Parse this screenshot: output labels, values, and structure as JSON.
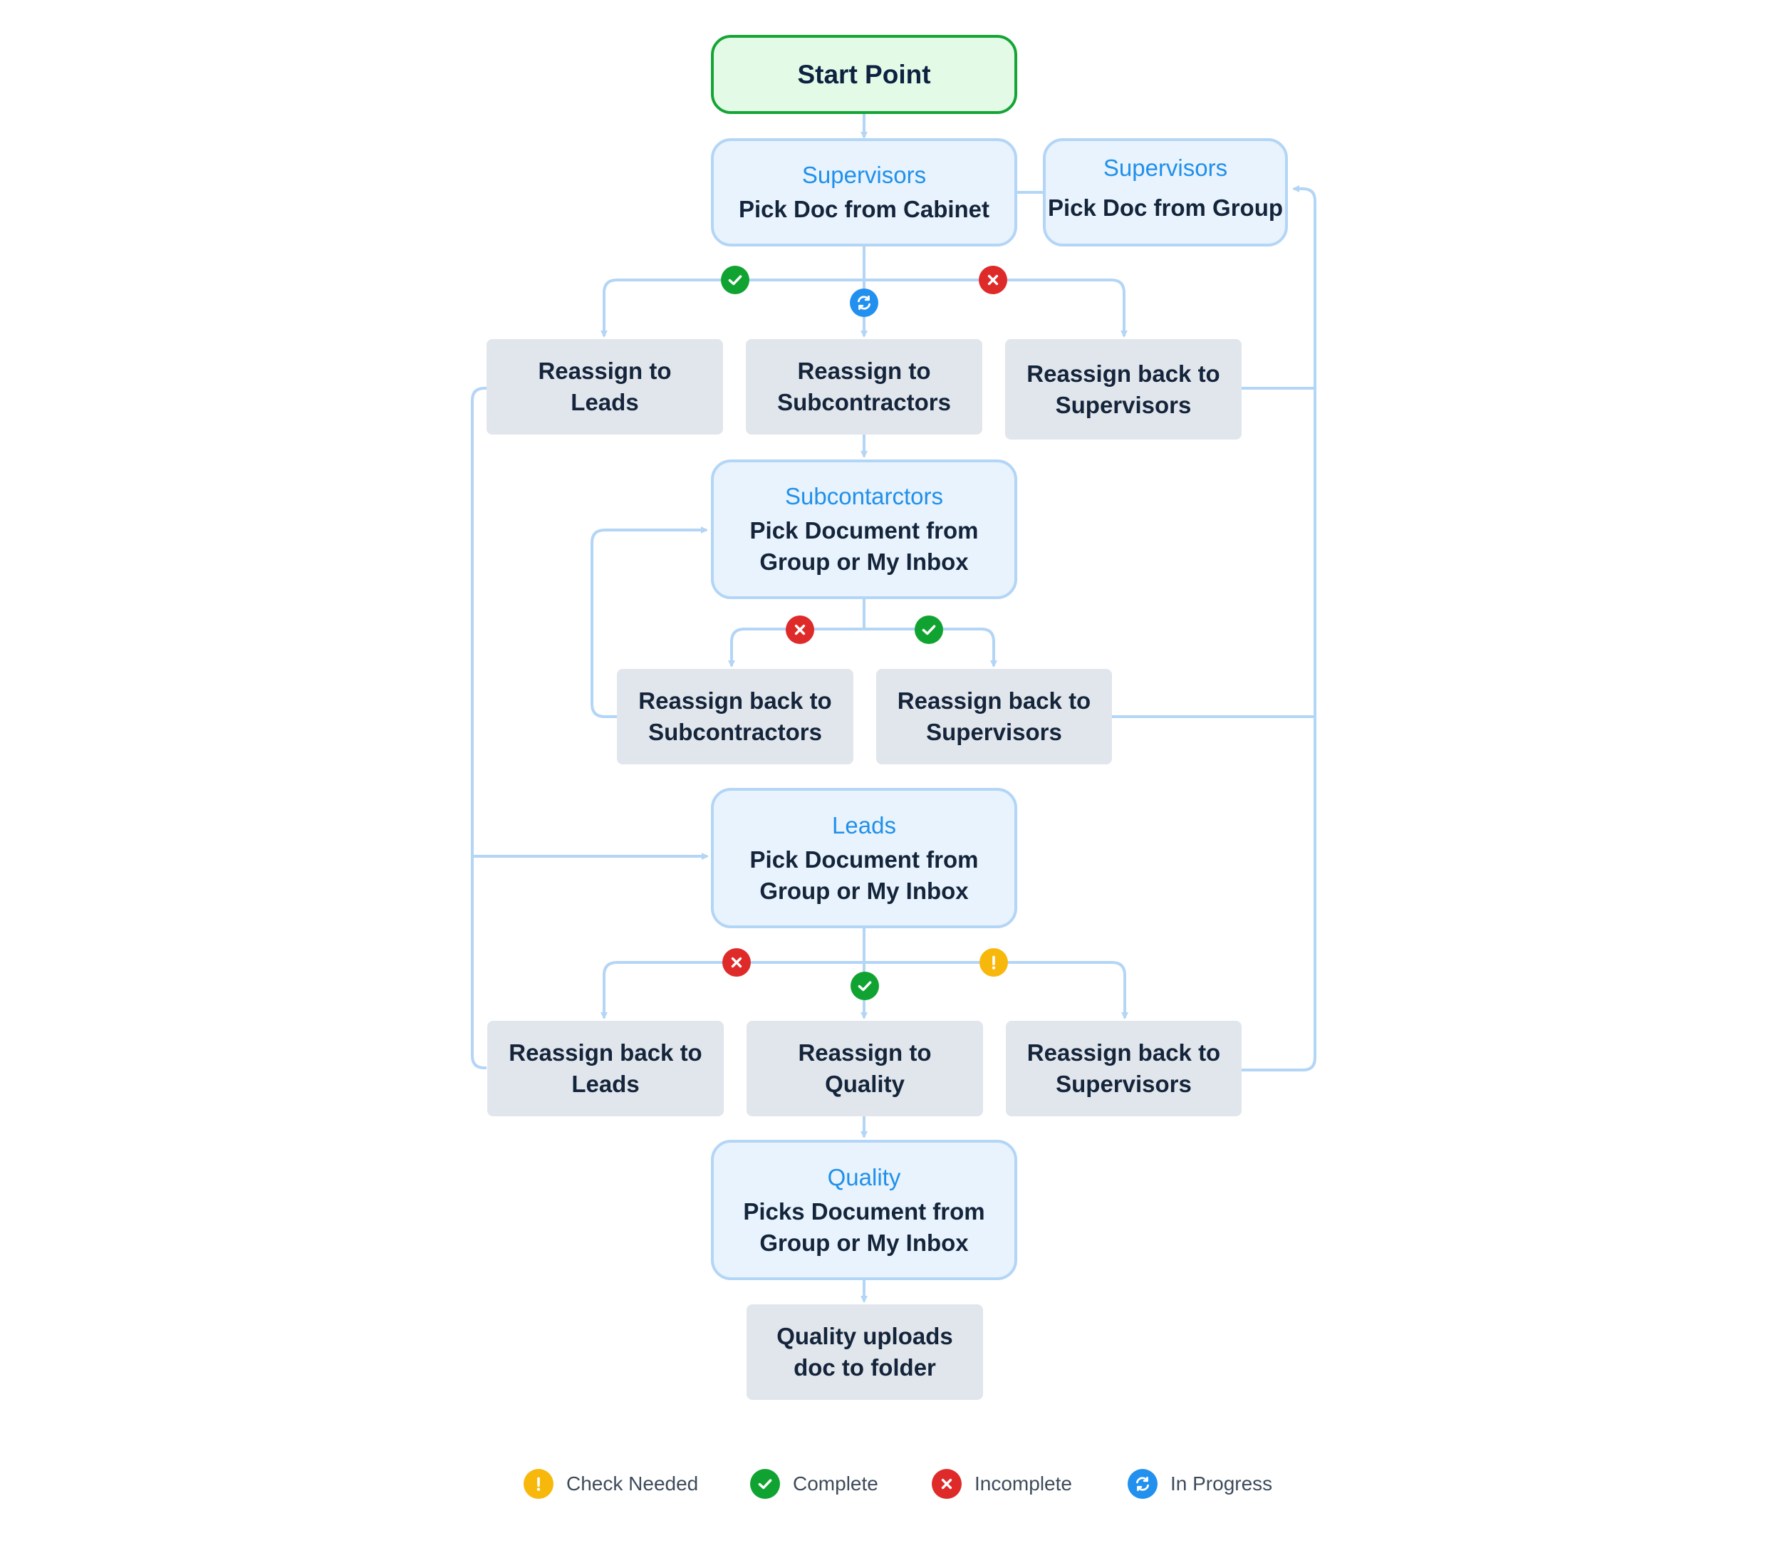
{
  "start": {
    "label": "Start Point"
  },
  "steps": {
    "supervisors_cabinet": {
      "role": "Supervisors",
      "action": "Pick Doc from Cabinet"
    },
    "supervisors_group": {
      "role": "Supervisors",
      "action": "Pick Doc from Group"
    },
    "subcontractors": {
      "role": "Subcontarctors",
      "action": "Pick Document from\nGroup or My Inbox"
    },
    "leads": {
      "role": "Leads",
      "action": "Pick Document from\nGroup or My Inbox"
    },
    "quality": {
      "role": "Quality",
      "action": "Picks Document from\nGroup or My Inbox"
    }
  },
  "actions": {
    "reassign_leads": "Reassign to\nLeads",
    "reassign_subcontractors": "Reassign to\nSubcontractors",
    "reassign_back_supervisors_1": "Reassign back to\nSupervisors",
    "reassign_back_subcontractors": "Reassign back to\nSubcontractors",
    "reassign_back_supervisors_2": "Reassign back to\nSupervisors",
    "reassign_back_leads": "Reassign back to\nLeads",
    "reassign_quality": "Reassign to\nQuality",
    "reassign_back_supervisors_3": "Reassign back to\nSupervisors",
    "quality_uploads": "Quality uploads\ndoc to folder"
  },
  "legend": [
    {
      "status": "check_needed",
      "label": "Check Needed",
      "icon": "exclamation-icon",
      "color": "#f8b80b"
    },
    {
      "status": "complete",
      "label": "Complete",
      "icon": "check-icon",
      "color": "#11a331"
    },
    {
      "status": "incomplete",
      "label": "Incomplete",
      "icon": "x-icon",
      "color": "#df2a2a"
    },
    {
      "status": "in_progress",
      "label": "In Progress",
      "icon": "refresh-icon",
      "color": "#2290ee"
    }
  ],
  "colors": {
    "connector": "#b3d5f6",
    "start_border": "#14a536",
    "start_fill": "#e3fbe6",
    "step_fill": "#e8f3fd",
    "role_text": "#2090ea",
    "action_fill": "#e1e6ec"
  }
}
